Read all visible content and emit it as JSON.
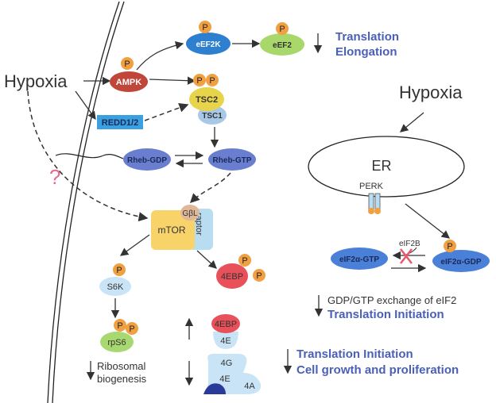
{
  "labels": {
    "hypoxia_left": "Hypoxia",
    "hypoxia_right": "Hypoxia",
    "question": "?",
    "eef2k": "eEF2K",
    "eef2": "eEF2",
    "translation": "Translation",
    "elongation": "Elongation",
    "ampk": "AMPK",
    "tsc2": "TSC2",
    "tsc1": "TSC1",
    "redd": "REDD1/2",
    "rheb_gdp": "Rheb-GDP",
    "rheb_gtp": "Rheb-GTP",
    "mtor": "mTOR",
    "gbl": "GβL",
    "raptor": "raptor",
    "s6k": "S6K",
    "rps6": "rpS6",
    "ribosomal": "Ribosomal",
    "biogenesis": "biogenesis",
    "fourebp": "4EBP",
    "fourebp2": "4EBP",
    "fourE": "4E",
    "fourG": "4G",
    "fourE2": "4E",
    "fourA": "4A",
    "er": "ER",
    "perk": "PERK",
    "eif2b": "eIF2B",
    "eif2gtp": "eIF2α-GTP",
    "eif2gdp": "eIF2α-GDP",
    "gdp_gtp": "GDP/GTP exchange of eIF2",
    "trans_init": "Translation Initiation",
    "trans_init2": "Translation Initiation",
    "cell_growth": "Cell growth and proliferation",
    "p": "P"
  },
  "colors": {
    "accent_blue": "#4a5fb8",
    "eef2k": "#2d7fd0",
    "eef2": "#a8d86a",
    "ampk": "#c0463a",
    "tsc2": "#e8d44a",
    "tsc1": "#a8c8e8",
    "redd": "#3aa0e0",
    "rheb": "#6a7ed0",
    "mtor": "#f7d36a",
    "gbl": "#e0b898",
    "raptor": "#b8dcf0",
    "fourebp": "#e8505a",
    "phospho": "#f0a040",
    "light_blue": "#c8e4f6",
    "rps6": "#a8d870",
    "eif2": "#4a80d8"
  }
}
